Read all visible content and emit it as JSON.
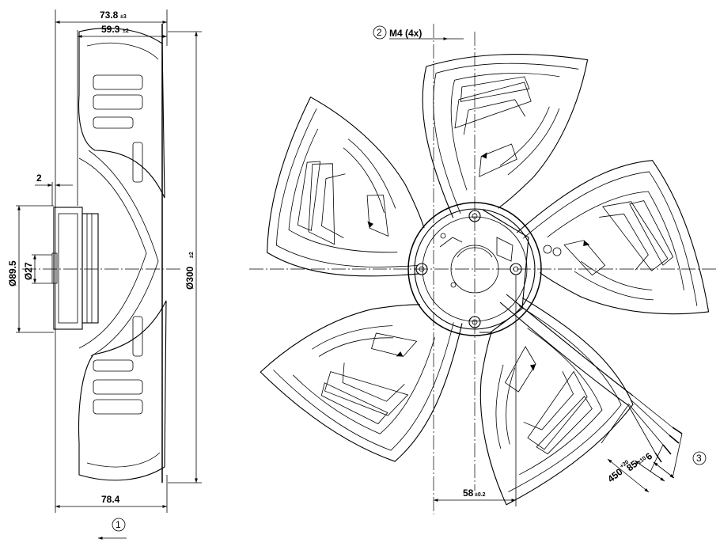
{
  "side_view": {
    "dim_overall_depth": "73.8",
    "dim_overall_depth_tol": "±3",
    "dim_blade_depth": "59.3",
    "dim_blade_depth_tol": "±2",
    "dim_flange_offset": "2",
    "dim_hub_dia": "Ø89.5",
    "dim_shaft_dia": "Ø27",
    "dim_fan_dia": "Ø300",
    "dim_fan_dia_tol": "±2",
    "dim_total_depth": "78.4",
    "airflow_callout": "1"
  },
  "front_view": {
    "thread_callout": "2",
    "thread_label": "M4 (4x)",
    "dim_hole_spacing": "58",
    "dim_hole_spacing_tol": "±0.2",
    "dim_cable_length": "450",
    "dim_cable_length_tol": "+20",
    "dim_strip_length": "85",
    "dim_strip_length_tol": "±10",
    "dim_wire_end": "6",
    "cable_callout": "3"
  }
}
